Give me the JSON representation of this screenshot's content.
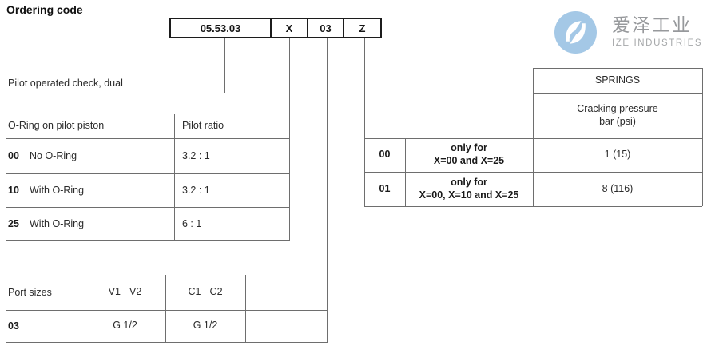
{
  "page": {
    "title": "Ordering code"
  },
  "logo": {
    "cn": "爱泽工业",
    "en": "IZE INDUSTRIES",
    "circle_color": "#a4c8e6",
    "text_color": "#97999c"
  },
  "ordering_code": {
    "cells": [
      "05.53.03",
      "X",
      "03",
      "Z"
    ]
  },
  "pilot_label": "Pilot operated check, dual",
  "oring_table": {
    "headers": [
      "O-Ring on pilot piston",
      "Pilot ratio"
    ],
    "rows": [
      {
        "code": "00",
        "desc": "No O-Ring",
        "ratio": "3.2 : 1"
      },
      {
        "code": "10",
        "desc": "With O-Ring",
        "ratio": "3.2 : 1"
      },
      {
        "code": "25",
        "desc": "With O-Ring",
        "ratio": "6 : 1"
      }
    ]
  },
  "springs_table": {
    "header": "SPRINGS",
    "subheader_line1": "Cracking pressure",
    "subheader_line2": "bar (psi)",
    "rows": [
      {
        "code": "00",
        "cond_line1": "only for",
        "cond_line2": "X=00 and X=25",
        "value": "1 (15)"
      },
      {
        "code": "01",
        "cond_line1": "only for",
        "cond_line2": "X=00, X=10 and X=25",
        "value": "8 (116)"
      }
    ]
  },
  "port_table": {
    "headers": [
      "Port sizes",
      "V1 - V2",
      "C1 - C2"
    ],
    "rows": [
      {
        "code": "03",
        "v1v2": "G 1/2",
        "c1c2": "G 1/2"
      }
    ]
  },
  "colors": {
    "line": "#6e6e6e",
    "code_border": "#1c1c1c",
    "text": "#2b2b2b"
  }
}
